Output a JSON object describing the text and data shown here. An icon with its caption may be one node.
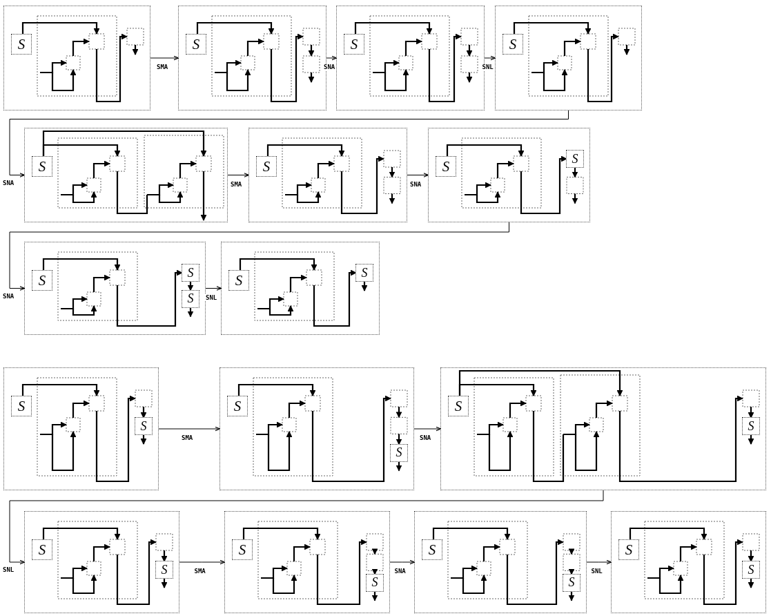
{
  "diagram": {
    "nodes": [
      {
        "text": [],
        "shape": "box"
      },
      {
        "text": [
          "S"
        ],
        "in": 0
      },
      {
        "text": [],
        "shape": "box"
      },
      {
        "text": [
          "S"
        ],
        "in": 2
      },
      {
        "text": [],
        "shape": "box"
      },
      {
        "text": [
          "S"
        ],
        "in": 4
      },
      {
        "text": [],
        "shape": "box"
      },
      {
        "text": [
          "S"
        ],
        "in": 6
      },
      {
        "text": [],
        "shape": "box"
      },
      {
        "text": [
          "S"
        ],
        "in": 8
      },
      {
        "text": [],
        "shape": "box"
      },
      {
        "text": [
          "S"
        ],
        "in": 10
      },
      {
        "text": [],
        "shape": "box"
      },
      {
        "text": [
          "S"
        ],
        "in": 12
      },
      {
        "text": [
          "S"
        ],
        "in": 12
      },
      {
        "text": [],
        "shape": "box"
      },
      {
        "text": [
          "S"
        ],
        "in": 15
      },
      {
        "text": [
          "S"
        ],
        "in": 15
      },
      {
        "text": [
          "S"
        ],
        "in": 15
      },
      {
        "text": [],
        "shape": "box"
      },
      {
        "text": [
          "S"
        ],
        "in": 19
      },
      {
        "text": [
          "S"
        ],
        "in": 19
      },
      {
        "text": [],
        "shape": "box"
      },
      {
        "text": [
          "S"
        ],
        "in": 22
      },
      {
        "text": [
          "S"
        ],
        "in": 22
      },
      {
        "text": [],
        "shape": "box"
      },
      {
        "text": [
          "S"
        ],
        "in": 25
      },
      {
        "text": [
          "S"
        ],
        "in": 25
      },
      {
        "text": [],
        "shape": "box"
      },
      {
        "text": [
          "S"
        ],
        "in": 28
      },
      {
        "text": [
          "S"
        ],
        "in": 28
      },
      {
        "text": [],
        "shape": "box"
      },
      {
        "text": [
          "S"
        ],
        "in": 31
      },
      {
        "text": [
          "S"
        ],
        "in": 31
      },
      {
        "text": [],
        "shape": "box"
      },
      {
        "text": [
          "S"
        ],
        "in": 34
      },
      {
        "text": [
          "S"
        ],
        "in": 34
      },
      {
        "text": [],
        "shape": "box"
      },
      {
        "text": [
          "S"
        ],
        "in": 37
      },
      {
        "text": [
          "S"
        ],
        "in": 37
      },
      {
        "text": [],
        "shape": "box"
      },
      {
        "text": [
          "S"
        ],
        "in": 40
      },
      {
        "text": [
          "S"
        ],
        "in": 40
      }
    ],
    "edges": [
      {
        "from": 0,
        "to": 2,
        "arrow": "to",
        "label": "SMA"
      },
      {
        "from": 2,
        "to": 4,
        "arrow": "to",
        "label": "SNA"
      },
      {
        "from": 4,
        "to": 6,
        "arrow": "to",
        "label": "SNL"
      },
      {
        "from": 6,
        "to": 8,
        "arrow": "to",
        "label": "SNA"
      },
      {
        "from": 8,
        "to": 10,
        "arrow": "to",
        "label": "SMA"
      },
      {
        "from": 10,
        "to": 12,
        "arrow": "to",
        "label": "SNA"
      },
      {
        "from": 12,
        "to": 15,
        "arrow": "to",
        "label": "SNA"
      },
      {
        "from": 15,
        "to": 19,
        "arrow": "to",
        "label": "SNL"
      },
      {
        "from": 22,
        "to": 25,
        "arrow": "to",
        "label": "SMA"
      },
      {
        "from": 25,
        "to": 28,
        "arrow": "to",
        "label": "SNA"
      },
      {
        "from": 28,
        "to": 31,
        "arrow": "to",
        "label": "SNL"
      },
      {
        "from": 31,
        "to": 34,
        "arrow": "to",
        "label": "SMA"
      },
      {
        "from": 34,
        "to": 37,
        "arrow": "to",
        "label": "SNA"
      },
      {
        "from": 37,
        "to": 40,
        "arrow": "to",
        "label": "SNL"
      }
    ]
  }
}
